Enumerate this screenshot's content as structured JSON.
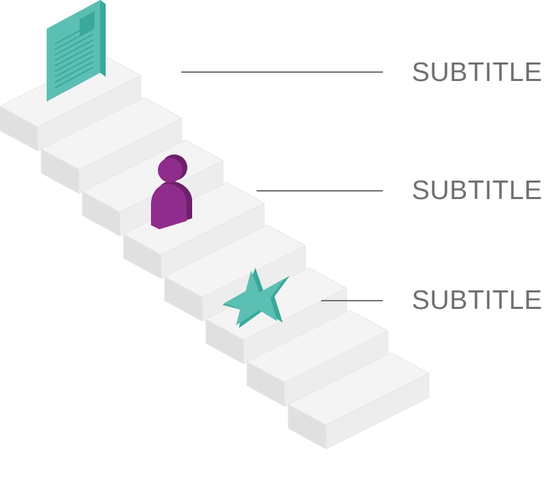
{
  "labels": [
    {
      "text": "SUBTITLE",
      "icon": "document-icon"
    },
    {
      "text": "SUBTITLE",
      "icon": "person-icon"
    },
    {
      "text": "SUBTITLE",
      "icon": "star-icon"
    }
  ],
  "colors": {
    "teal": "#5cbfb3",
    "teal_dark": "#3aa89b",
    "purple": "#8f2d8c",
    "purple_dark": "#6e1f6b",
    "stair_top": "#f4f4f4",
    "stair_front": "#ededed",
    "stair_side": "#e0e0e0",
    "connector_line": "#6f6f6f",
    "label_text": "#6f6f6f"
  }
}
